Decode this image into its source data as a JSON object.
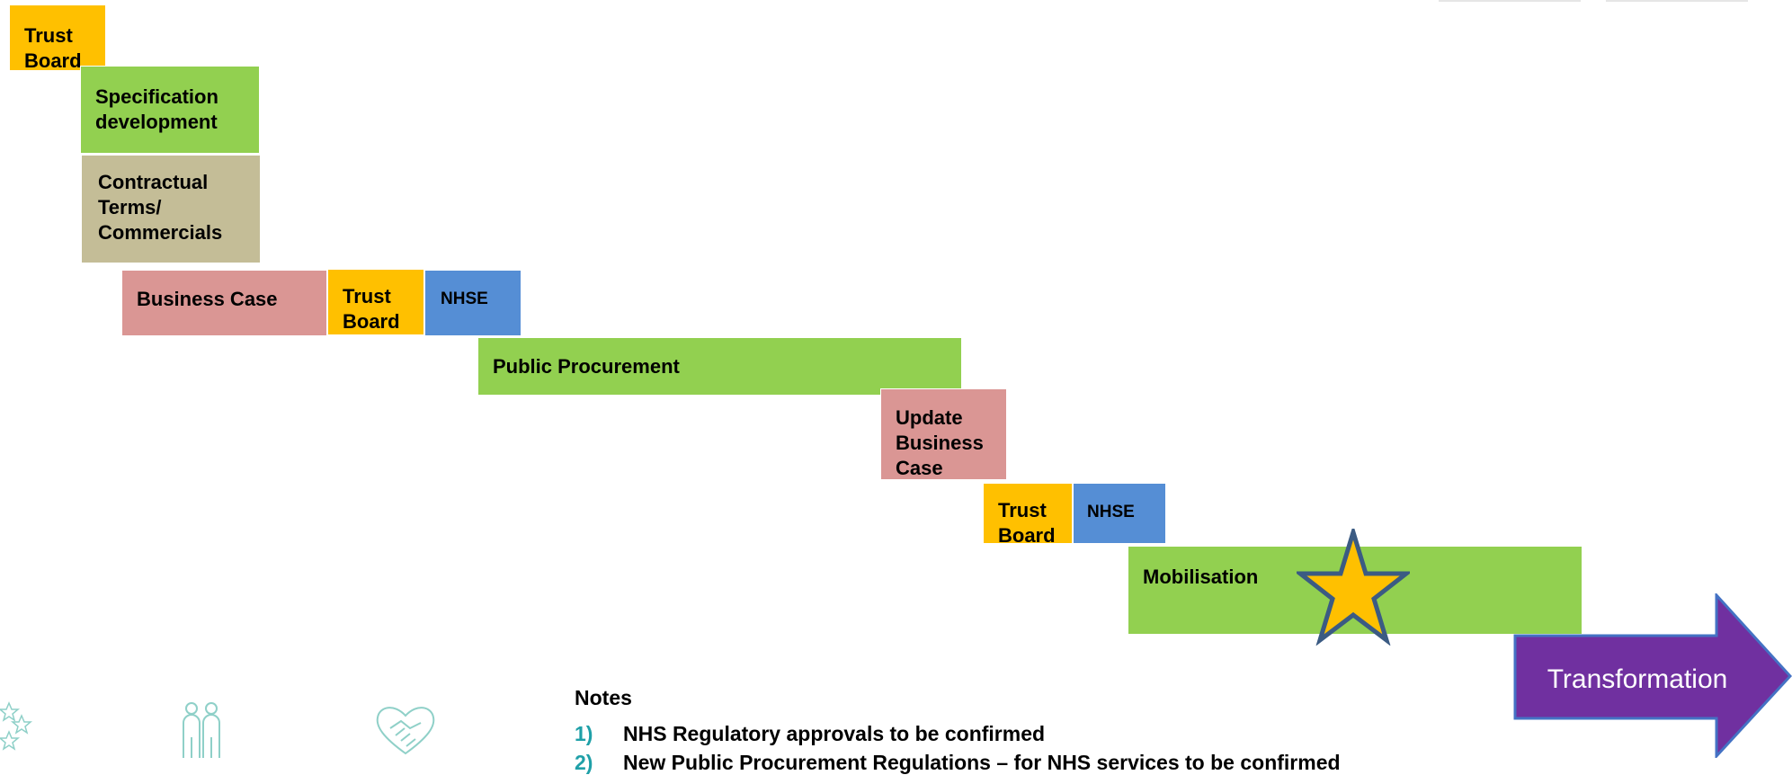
{
  "steps": [
    {
      "id": "b1",
      "label": "Trust\nBoard",
      "color": "#FFC000"
    },
    {
      "id": "b2",
      "label": "Specification\ndevelopment",
      "color": "#92D050"
    },
    {
      "id": "b3",
      "label": "Contractual\nTerms/\nCommercials",
      "color": "#C4BD97"
    },
    {
      "id": "b4",
      "label": "Business Case",
      "color": "#DA9694"
    },
    {
      "id": "b5",
      "label": "Trust\nBoard",
      "color": "#FFC000"
    },
    {
      "id": "b6",
      "label": "NHSE",
      "color": "#558ED5"
    },
    {
      "id": "b7",
      "label": "Public Procurement",
      "color": "#92D050"
    },
    {
      "id": "b8",
      "label": "Update\nBusiness\nCase",
      "color": "#DA9694"
    },
    {
      "id": "b9",
      "label": "Trust\nBoard",
      "color": "#FFC000"
    },
    {
      "id": "b10",
      "label": "NHSE",
      "color": "#558ED5"
    },
    {
      "id": "b11",
      "label": "Mobilisation",
      "color": "#92D050"
    }
  ],
  "milestone": {
    "icon": "star-icon",
    "color": "#FFC000",
    "outline": "#3B5B83"
  },
  "arrow": {
    "label": "Transformation",
    "color": "#7030A0",
    "outline": "#4472C4"
  },
  "notes": {
    "heading": "Notes",
    "items": [
      {
        "num": "1)",
        "text": "NHS Regulatory approvals to be confirmed"
      },
      {
        "num": "2)",
        "text": "New Public Procurement Regulations – for NHS services to be confirmed"
      }
    ]
  },
  "decorations": [
    "stars-icon",
    "people-icon",
    "handshake-heart-icon"
  ]
}
